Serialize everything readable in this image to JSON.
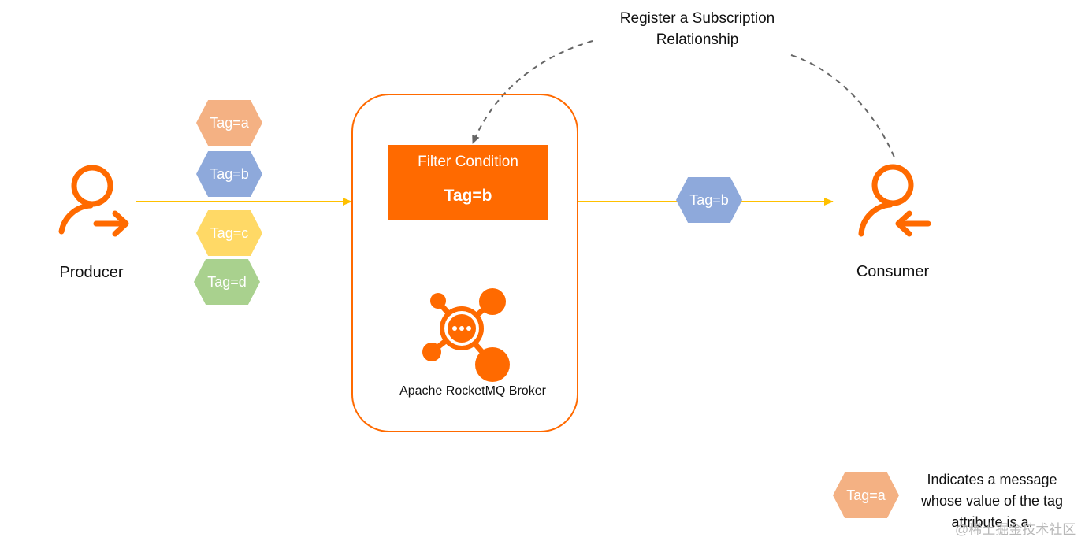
{
  "producer": {
    "label": "Producer",
    "icon": "person-arrow-out-icon"
  },
  "consumer": {
    "label": "Consumer",
    "icon": "person-arrow-in-icon"
  },
  "incoming_tags": [
    {
      "label": "Tag=a",
      "color": "#f4b183"
    },
    {
      "label": "Tag=b",
      "color": "#8ea9db"
    },
    {
      "label": "Tag=c",
      "color": "#ffd966"
    },
    {
      "label": "Tag=d",
      "color": "#a9d18e"
    }
  ],
  "broker": {
    "label": "Apache RocketMQ Broker",
    "icon": "rocketmq-logo-icon",
    "filter_title": "Filter Condition",
    "filter_tag": "Tag=b"
  },
  "delivered_tag": {
    "label": "Tag=b",
    "color": "#8ea9db"
  },
  "register_label": "Register a Subscription Relationship",
  "legend": {
    "tag": "Tag=a",
    "color": "#f4b183",
    "text": "Indicates a message whose value of the tag attribute is a."
  },
  "watermark": "@稀土掘金技术社区",
  "colors": {
    "accent": "#ff6a00",
    "flow_line": "#ffc000",
    "dashed": "#666666"
  }
}
